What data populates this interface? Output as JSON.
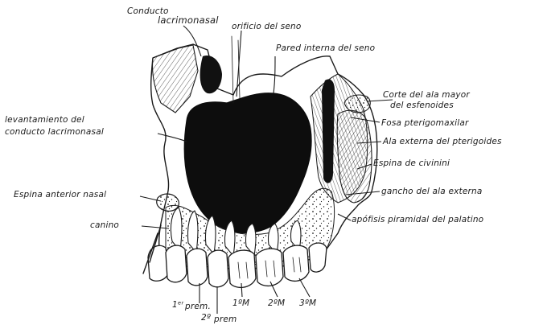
{
  "labels": {
    "conducto_lacrimonasal_top": [
      "Conducto",
      "lacrimonasal"
    ],
    "orificio_seno": "orificio del seno",
    "pared_interna": "Pared interna del seno",
    "corte_ala_mayor": [
      "Corte del ala mayor",
      "del esfenoides"
    ],
    "fosa_pterigomaxilar": "Fosa pterigomaxilar",
    "ala_externa_pterigoides": "Ala externa del pterigoides",
    "espina_civinini": "Espina de civinini",
    "gancho_ala_externa": "gancho del ala externa",
    "apofisis_piramidal": "apófisis piramidal del palatino",
    "levantamiento_conducto": [
      "levantamiento del",
      "conducto lacrimonasal"
    ],
    "espina_nasal": "Espina anterior nasal",
    "canino": "canino",
    "primer_premolar": [
      "1ᵉʳ",
      "prem."
    ],
    "segundo_premolar": [
      "2º",
      "prem"
    ],
    "primer_molar": "1ºM",
    "segundo_molar": "2ºM",
    "tercer_molar": "3ºM"
  },
  "colors": {
    "ink": "#1a1a1a",
    "paper": "#ffffff"
  }
}
